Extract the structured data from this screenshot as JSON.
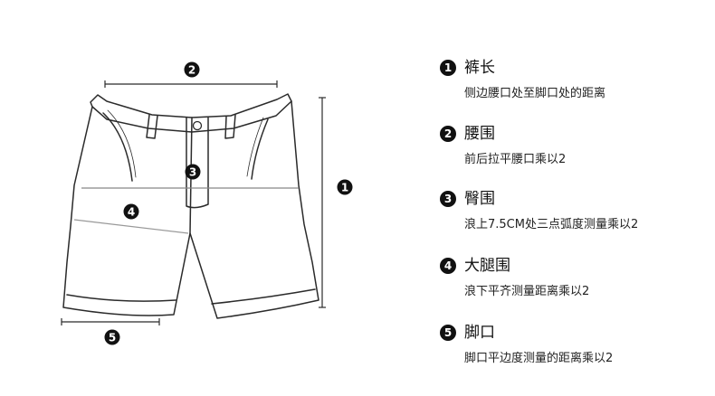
{
  "legend": {
    "items": [
      {
        "num": "1",
        "title": "裤长",
        "desc": "侧边腰口处至脚口处的距离"
      },
      {
        "num": "2",
        "title": "腰围",
        "desc": "前后拉平腰口乘以2"
      },
      {
        "num": "3",
        "title": "臀围",
        "desc": "浪上7.5CM处三点弧度测量乘以2"
      },
      {
        "num": "4",
        "title": "大腿围",
        "desc": "浪下平齐测量距离乘以2"
      },
      {
        "num": "5",
        "title": "脚口",
        "desc": "脚口平边度测量的距离乘以2"
      }
    ]
  },
  "markers": {
    "length": "1",
    "waist": "2",
    "hip": "3",
    "thigh": "4",
    "hem": "5"
  },
  "colors": {
    "line": "#2b2b2b",
    "badge": "#111111",
    "measure_hip": "#888888",
    "measure_thigh": "#999999"
  }
}
